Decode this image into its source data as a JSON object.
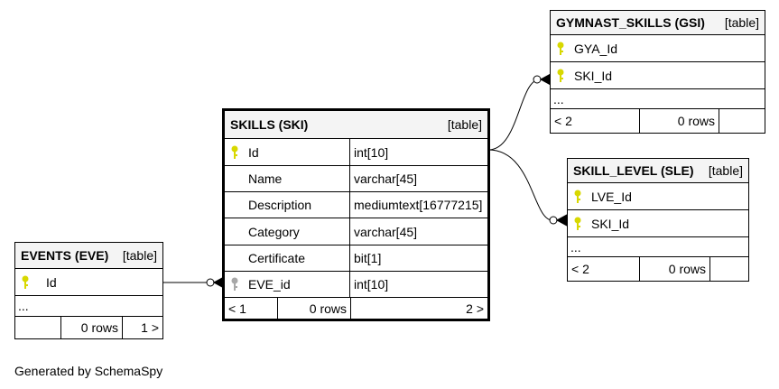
{
  "skills": {
    "title": "SKILLS (SKI)",
    "kind": "[table]",
    "columns": [
      {
        "name": "Id",
        "type": "int[10]"
      },
      {
        "name": "Name",
        "type": "varchar[45]"
      },
      {
        "name": "Description",
        "type": "mediumtext[16777215]"
      },
      {
        "name": "Category",
        "type": "varchar[45]"
      },
      {
        "name": "Certificate",
        "type": "bit[1]"
      },
      {
        "name": "EVE_id",
        "type": "int[10]"
      }
    ],
    "footer": {
      "parents": "< 1",
      "rows": "0 rows",
      "children": "2 >"
    }
  },
  "events": {
    "title": "EVENTS (EVE)",
    "kind": "[table]",
    "columns": [
      {
        "name": "Id"
      }
    ],
    "ellipsis": "...",
    "footer": {
      "parents": "",
      "rows": "0 rows",
      "children": "1 >"
    }
  },
  "gymnast_skills": {
    "title": "GYMNAST_SKILLS (GSI)",
    "kind": "[table]",
    "columns": [
      {
        "name": "GYA_Id"
      },
      {
        "name": "SKI_Id"
      }
    ],
    "ellipsis": "...",
    "footer": {
      "parents": "< 2",
      "rows": "0 rows",
      "children": ""
    }
  },
  "skill_level": {
    "title": "SKILL_LEVEL (SLE)",
    "kind": "[table]",
    "columns": [
      {
        "name": "LVE_Id"
      },
      {
        "name": "SKI_Id"
      }
    ],
    "ellipsis": "...",
    "footer": {
      "parents": "< 2",
      "rows": "0 rows",
      "children": ""
    }
  },
  "colors": {
    "primary_key": "#d8d800",
    "foreign_key": "#a8a8a8",
    "header_bg": "#f4f4f4"
  },
  "icons": {
    "primary_key": "key-icon",
    "foreign_key": "key-icon"
  },
  "generated_by": "Generated by SchemaSpy"
}
